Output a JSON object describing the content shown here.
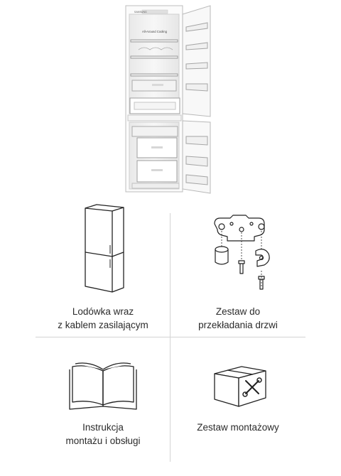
{
  "hero": {
    "brand": "SAMSUNG",
    "feature": "All-Around Cooling"
  },
  "items": [
    {
      "id": "fridge",
      "icon": "fridge-icon",
      "label_lines": [
        "Lodówka wraz",
        "z kablem zasilającym"
      ]
    },
    {
      "id": "door-kit",
      "icon": "door-hinge-kit-icon",
      "label_lines": [
        "Zestaw do",
        "przekładania drzwi"
      ]
    },
    {
      "id": "manual",
      "icon": "open-book-icon",
      "label_lines": [
        "Instrukcja",
        "montażu i obsługi"
      ]
    },
    {
      "id": "mount-kit",
      "icon": "toolbox-icon",
      "label_lines": [
        "Zestaw montażowy"
      ]
    }
  ]
}
